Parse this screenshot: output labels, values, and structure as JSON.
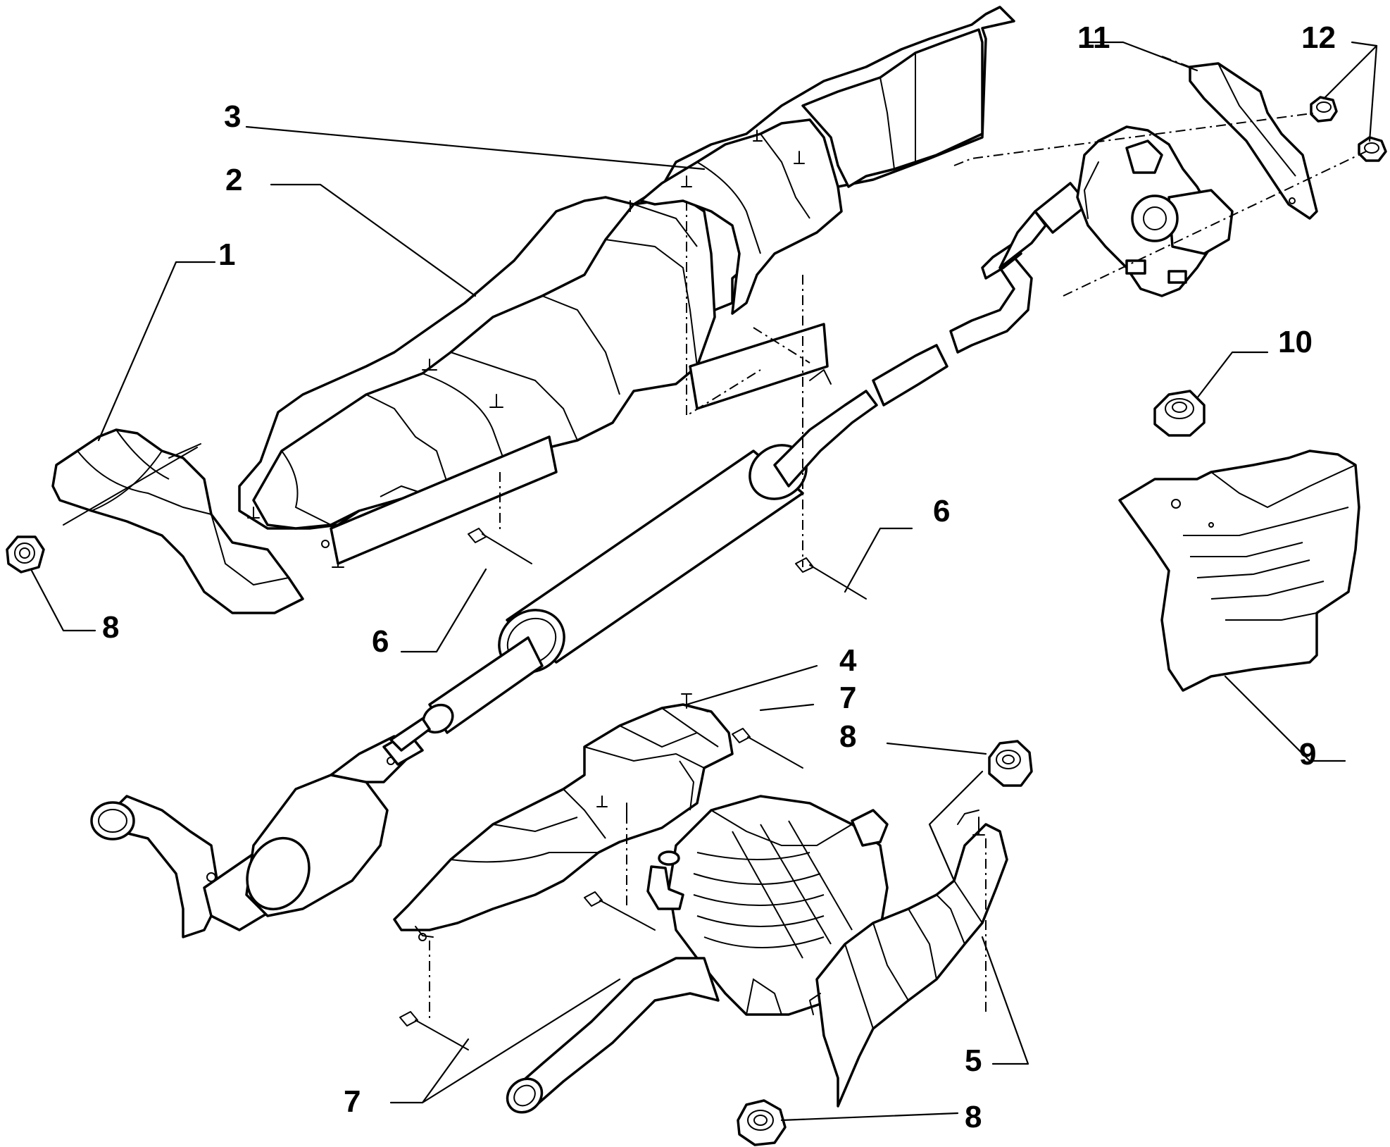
{
  "callouts": [
    {
      "id": "c1",
      "label": "1"
    },
    {
      "id": "c2",
      "label": "2"
    },
    {
      "id": "c3",
      "label": "3"
    },
    {
      "id": "c4",
      "label": "4"
    },
    {
      "id": "c5",
      "label": "5"
    },
    {
      "id": "c6a",
      "label": "6"
    },
    {
      "id": "c6b",
      "label": "6"
    },
    {
      "id": "c7a",
      "label": "7"
    },
    {
      "id": "c7b",
      "label": "7"
    },
    {
      "id": "c8a",
      "label": "8"
    },
    {
      "id": "c8b",
      "label": "8"
    },
    {
      "id": "c8c",
      "label": "8"
    },
    {
      "id": "c9",
      "label": "9"
    },
    {
      "id": "c10",
      "label": "10"
    },
    {
      "id": "c11",
      "label": "11"
    },
    {
      "id": "c12",
      "label": "12"
    }
  ]
}
